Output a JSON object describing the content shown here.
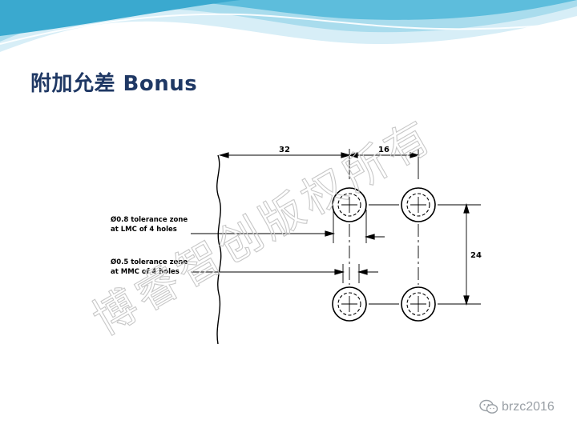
{
  "slide": {
    "title": "附加允差 Bonus"
  },
  "drawing": {
    "dim_horizontal_large": "32",
    "dim_horizontal_small": "16",
    "dim_vertical": "24",
    "callout_lmc_line1": "Ø0.8 tolerance zone",
    "callout_lmc_line2": "at LMC of 4 holes",
    "callout_mmc_line1": "Ø0.5 tolerance zone",
    "callout_mmc_line2": "at MMC of 4 holes"
  },
  "watermark": {
    "text": "博睿智创版权所有"
  },
  "logo": {
    "text": "brzc2016",
    "icon": "wechat-icon"
  },
  "colors": {
    "title": "#1f3864",
    "wave_light": "#d7eef7",
    "wave_mid": "#8fd0e6",
    "wave_dark": "#3aa9cf",
    "watermark": "#c8c8c8",
    "logo": "#9aa0a6"
  }
}
